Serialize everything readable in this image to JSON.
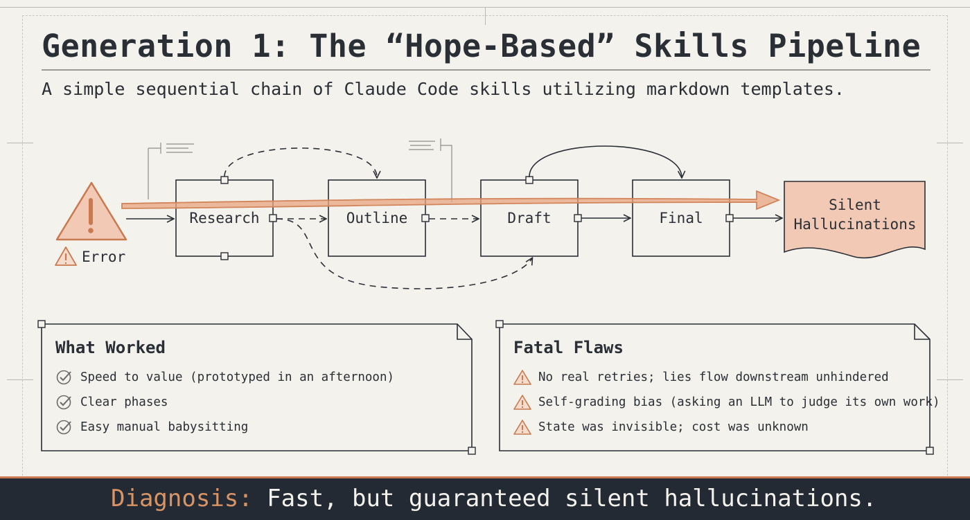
{
  "header": {
    "title": "Generation 1: The “Hope-Based” Skills Pipeline",
    "subtitle": "A simple sequential chain of Claude Code skills utilizing markdown templates."
  },
  "diagram": {
    "error_label": "Error",
    "nodes": [
      {
        "id": "research",
        "label": "Research"
      },
      {
        "id": "outline",
        "label": "Outline"
      },
      {
        "id": "draft",
        "label": "Draft"
      },
      {
        "id": "final",
        "label": "Final"
      }
    ],
    "outcome": {
      "line1": "Silent",
      "line2": "Hallucinations"
    }
  },
  "panels": {
    "worked": {
      "title": "What Worked",
      "items": [
        "Speed to value (prototyped in an afternoon)",
        "Clear phases",
        "Easy manual babysitting"
      ]
    },
    "flaws": {
      "title": "Fatal Flaws",
      "items": [
        "No real retries; lies flow downstream unhindered",
        "Self-grading bias (asking an LLM to judge its own work)",
        "State was invisible; cost was unknown"
      ]
    }
  },
  "banner": {
    "lead": "Diagnosis:",
    "text": " Fast, but guaranteed silent hallucinations."
  },
  "colors": {
    "accent": "#d2845a",
    "danger_fill": "#f2c9b4",
    "banner_bg": "#232a33",
    "ink": "#2a2e35"
  },
  "icons": {
    "worked_item": "check-circle-icon",
    "flaw_item": "warning-triangle-icon",
    "error": "warning-triangle-icon"
  }
}
